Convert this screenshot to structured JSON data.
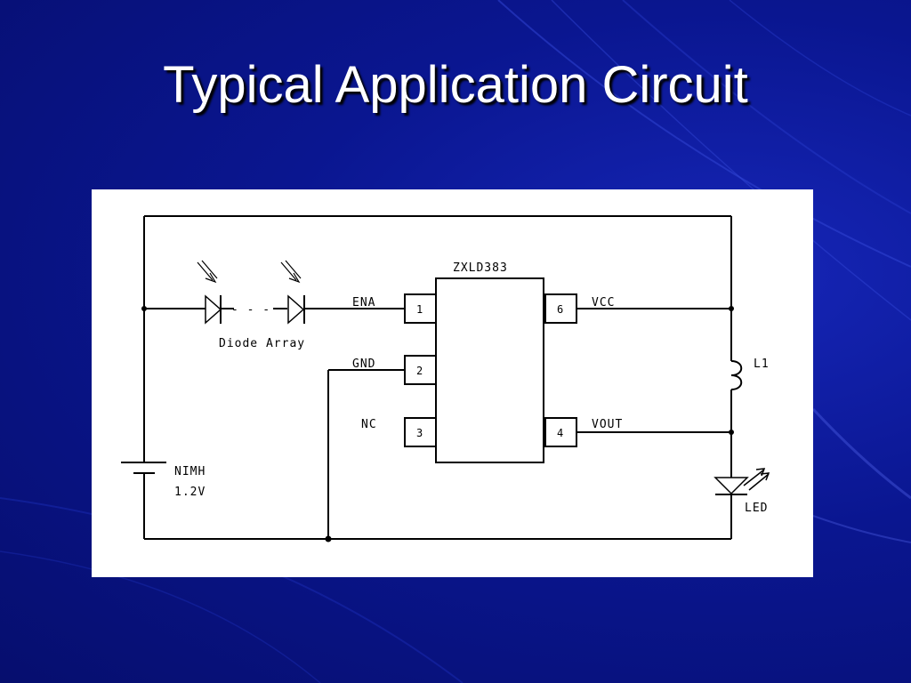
{
  "slide": {
    "title": "Typical Application Circuit"
  },
  "diagram": {
    "ic_name": "ZXLD383",
    "pins": [
      {
        "number": "1",
        "name": "ENA"
      },
      {
        "number": "2",
        "name": "GND"
      },
      {
        "number": "3",
        "name": "NC"
      },
      {
        "number": "6",
        "name": "VCC"
      },
      {
        "number": "4",
        "name": "VOUT"
      }
    ],
    "diode_array_label": "Diode Array",
    "diode_separator": "- - -",
    "battery_label": "NIMH",
    "battery_voltage": "1.2V",
    "inductor_label": "L1",
    "led_label": "LED"
  },
  "colors": {
    "background": "#0a1690",
    "panel": "#ffffff",
    "title_text": "#ffffff",
    "wire": "#000000"
  }
}
